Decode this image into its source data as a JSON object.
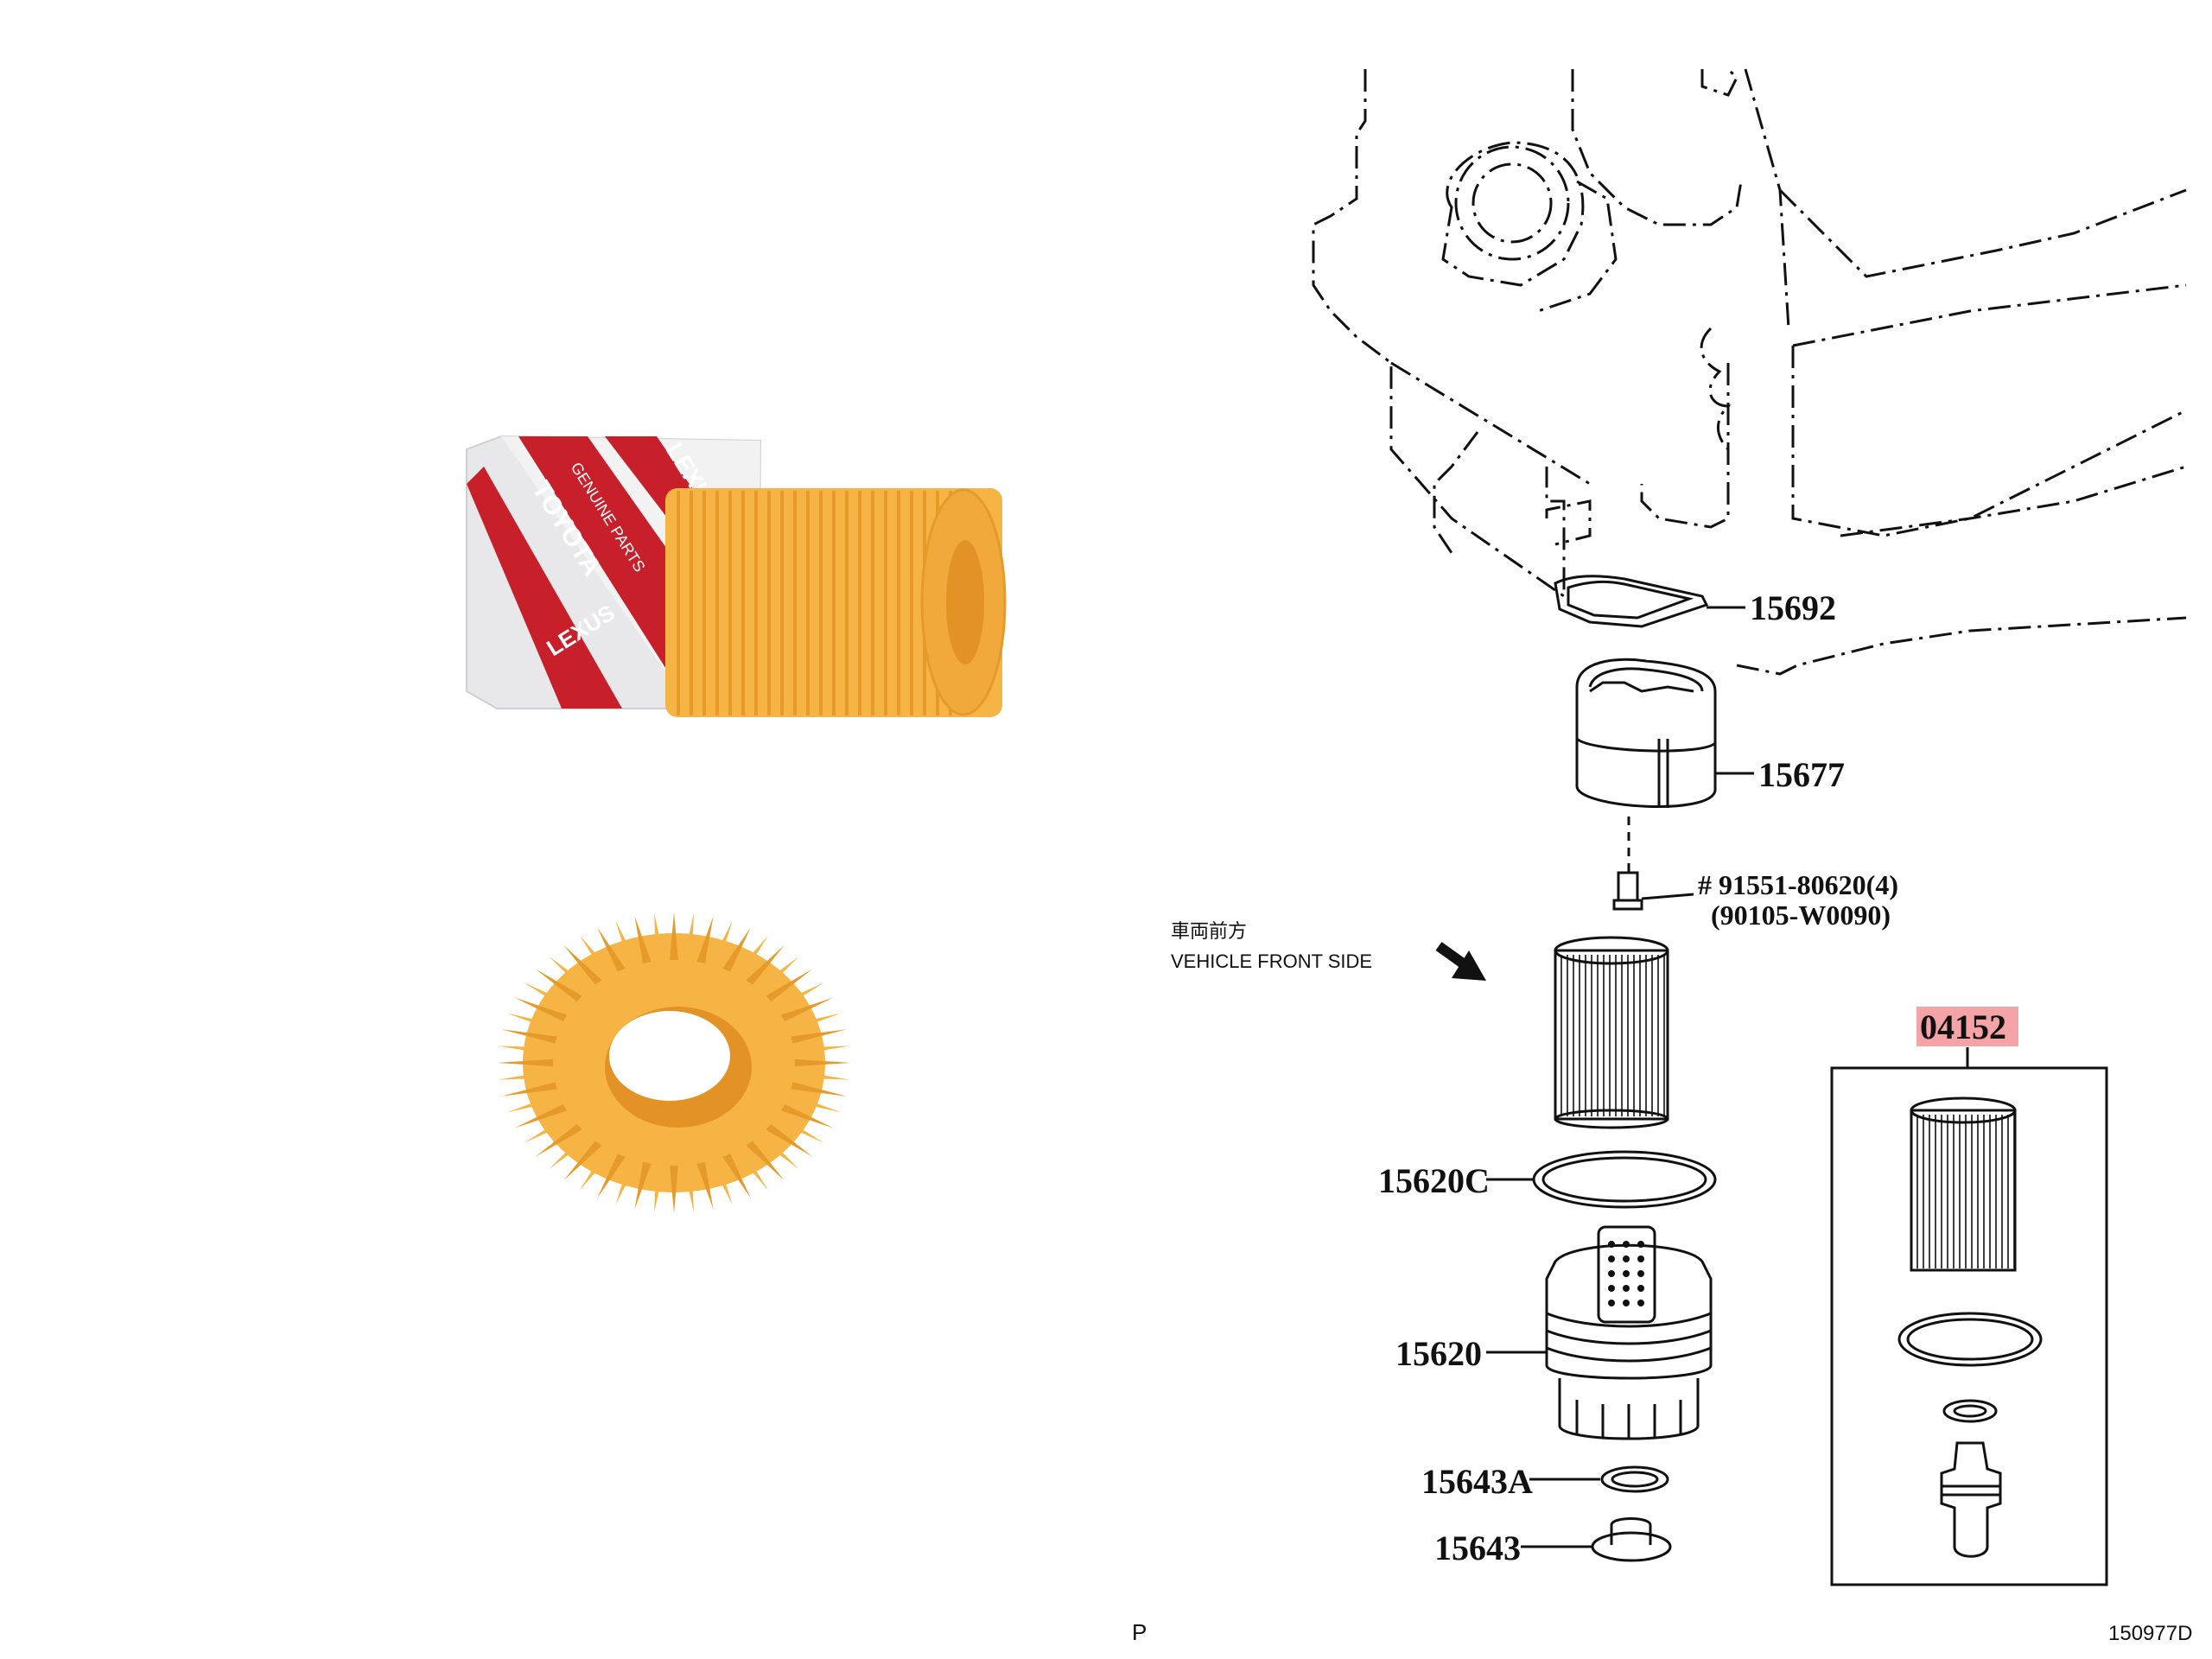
{
  "box_print": {
    "lexus": "LEXUS",
    "genuine_parts": "GENUINE PARTS",
    "toyota": "TOYOTA"
  },
  "callouts": {
    "p15692": "15692",
    "p15677": "15677",
    "bolt_line1": "# 91551-80620(4)",
    "bolt_line2": "(90105-W0090)",
    "direction_jp": "車両前方",
    "direction_en": "VEHICLE FRONT SIDE",
    "p15620c": "15620C",
    "p15620": "15620",
    "p15643a": "15643A",
    "p15643": "15643",
    "kit": "04152"
  },
  "footer": {
    "left_code": "P",
    "right_code": "150977D"
  },
  "colors": {
    "filter_orange": "#F6B445",
    "filter_shadow": "#E59A2A",
    "box_red": "#C8202A",
    "kit_highlight": "#F4A3A6"
  }
}
